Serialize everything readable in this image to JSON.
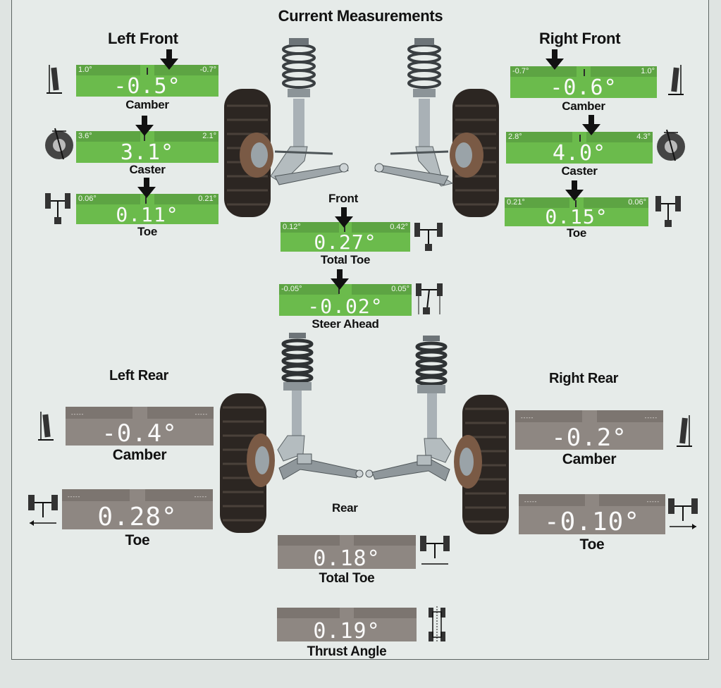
{
  "title": "Current Measurements",
  "left_front": {
    "heading": "Left Front",
    "camber": {
      "label": "Camber",
      "value": "-0.5°",
      "min": "1.0°",
      "max": "-0.7°"
    },
    "caster": {
      "label": "Caster",
      "value": "3.1°",
      "min": "3.6°",
      "max": "2.1°"
    },
    "toe": {
      "label": "Toe",
      "value": "0.11°",
      "min": "0.06°",
      "max": "0.21°"
    }
  },
  "right_front": {
    "heading": "Right Front",
    "camber": {
      "label": "Camber",
      "value": "-0.6°",
      "min": "-0.7°",
      "max": "1.0°"
    },
    "caster": {
      "label": "Caster",
      "value": "4.0°",
      "min": "2.8°",
      "max": "4.3°"
    },
    "toe": {
      "label": "Toe",
      "value": "0.15°",
      "min": "0.21°",
      "max": "0.06°"
    }
  },
  "front": {
    "heading": "Front",
    "total_toe": {
      "label": "Total Toe",
      "value": "0.27°",
      "min": "0.12°",
      "max": "0.42°"
    },
    "steer_ahead": {
      "label": "Steer Ahead",
      "value": "-0.02°",
      "min": "-0.05°",
      "max": "0.05°"
    }
  },
  "left_rear": {
    "heading": "Left Rear",
    "camber": {
      "label": "Camber",
      "value": "-0.4°",
      "dashes": "-----"
    },
    "toe": {
      "label": "Toe",
      "value": "0.28°",
      "dashes": "-----"
    }
  },
  "right_rear": {
    "heading": "Right Rear",
    "camber": {
      "label": "Camber",
      "value": "-0.2°",
      "dashes": "-----"
    },
    "toe": {
      "label": "Toe",
      "value": "-0.10°",
      "dashes": "-----"
    }
  },
  "rear": {
    "heading": "Rear",
    "total_toe": {
      "label": "Total Toe",
      "value": "0.18°"
    },
    "thrust_angle": {
      "label": "Thrust Angle",
      "value": "0.19°"
    }
  },
  "colors": {
    "in_spec": "#6bbb4c",
    "no_spec": "#8e8782",
    "background": "#e6ebe9"
  },
  "icons": [
    "camber-icon",
    "caster-icon",
    "toe-icon",
    "total-toe-icon",
    "steer-ahead-icon",
    "thrust-angle-icon",
    "down-arrow-icon"
  ]
}
